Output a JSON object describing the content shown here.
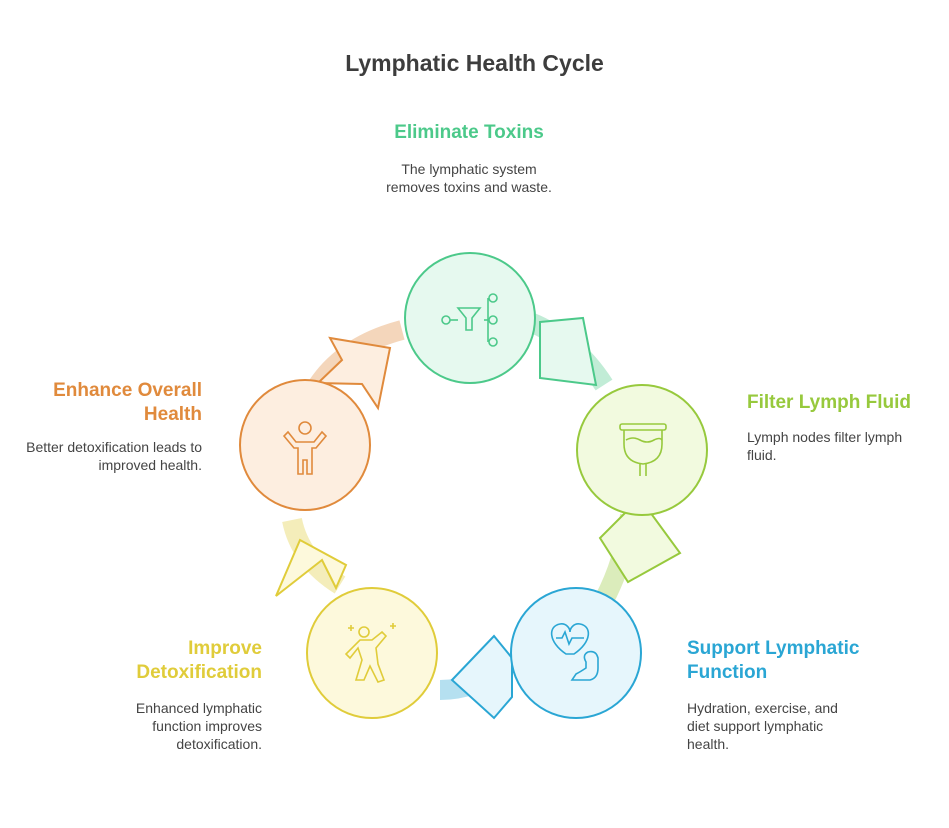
{
  "title": "Lymphatic Health Cycle",
  "steps": [
    {
      "label": "Eliminate Toxins",
      "description": "The lymphatic system removes toxins and waste.",
      "icon": "funnel-network-icon",
      "color": "#4cc98a",
      "fill": "#e6f9ef"
    },
    {
      "label": "Filter Lymph Fluid",
      "description": "Lymph nodes filter lymph fluid.",
      "icon": "filter-cup-icon",
      "color": "#97c93d",
      "fill": "#f2fadf"
    },
    {
      "label": "Support Lymphatic Function",
      "description": "Hydration, exercise, and diet support lymphatic health.",
      "icon": "heart-muscle-icon",
      "color": "#2aa6d4",
      "fill": "#e6f6fc"
    },
    {
      "label": "Improve Detoxification",
      "description": "Enhanced lymphatic function improves detoxification.",
      "icon": "energetic-person-icon",
      "color": "#e0cc3a",
      "fill": "#fdf9dc"
    },
    {
      "label": "Enhance Overall Health",
      "description": "Better detoxification leads to improved health.",
      "icon": "happy-person-icon",
      "color": "#e08a3c",
      "fill": "#fdeee0"
    }
  ]
}
